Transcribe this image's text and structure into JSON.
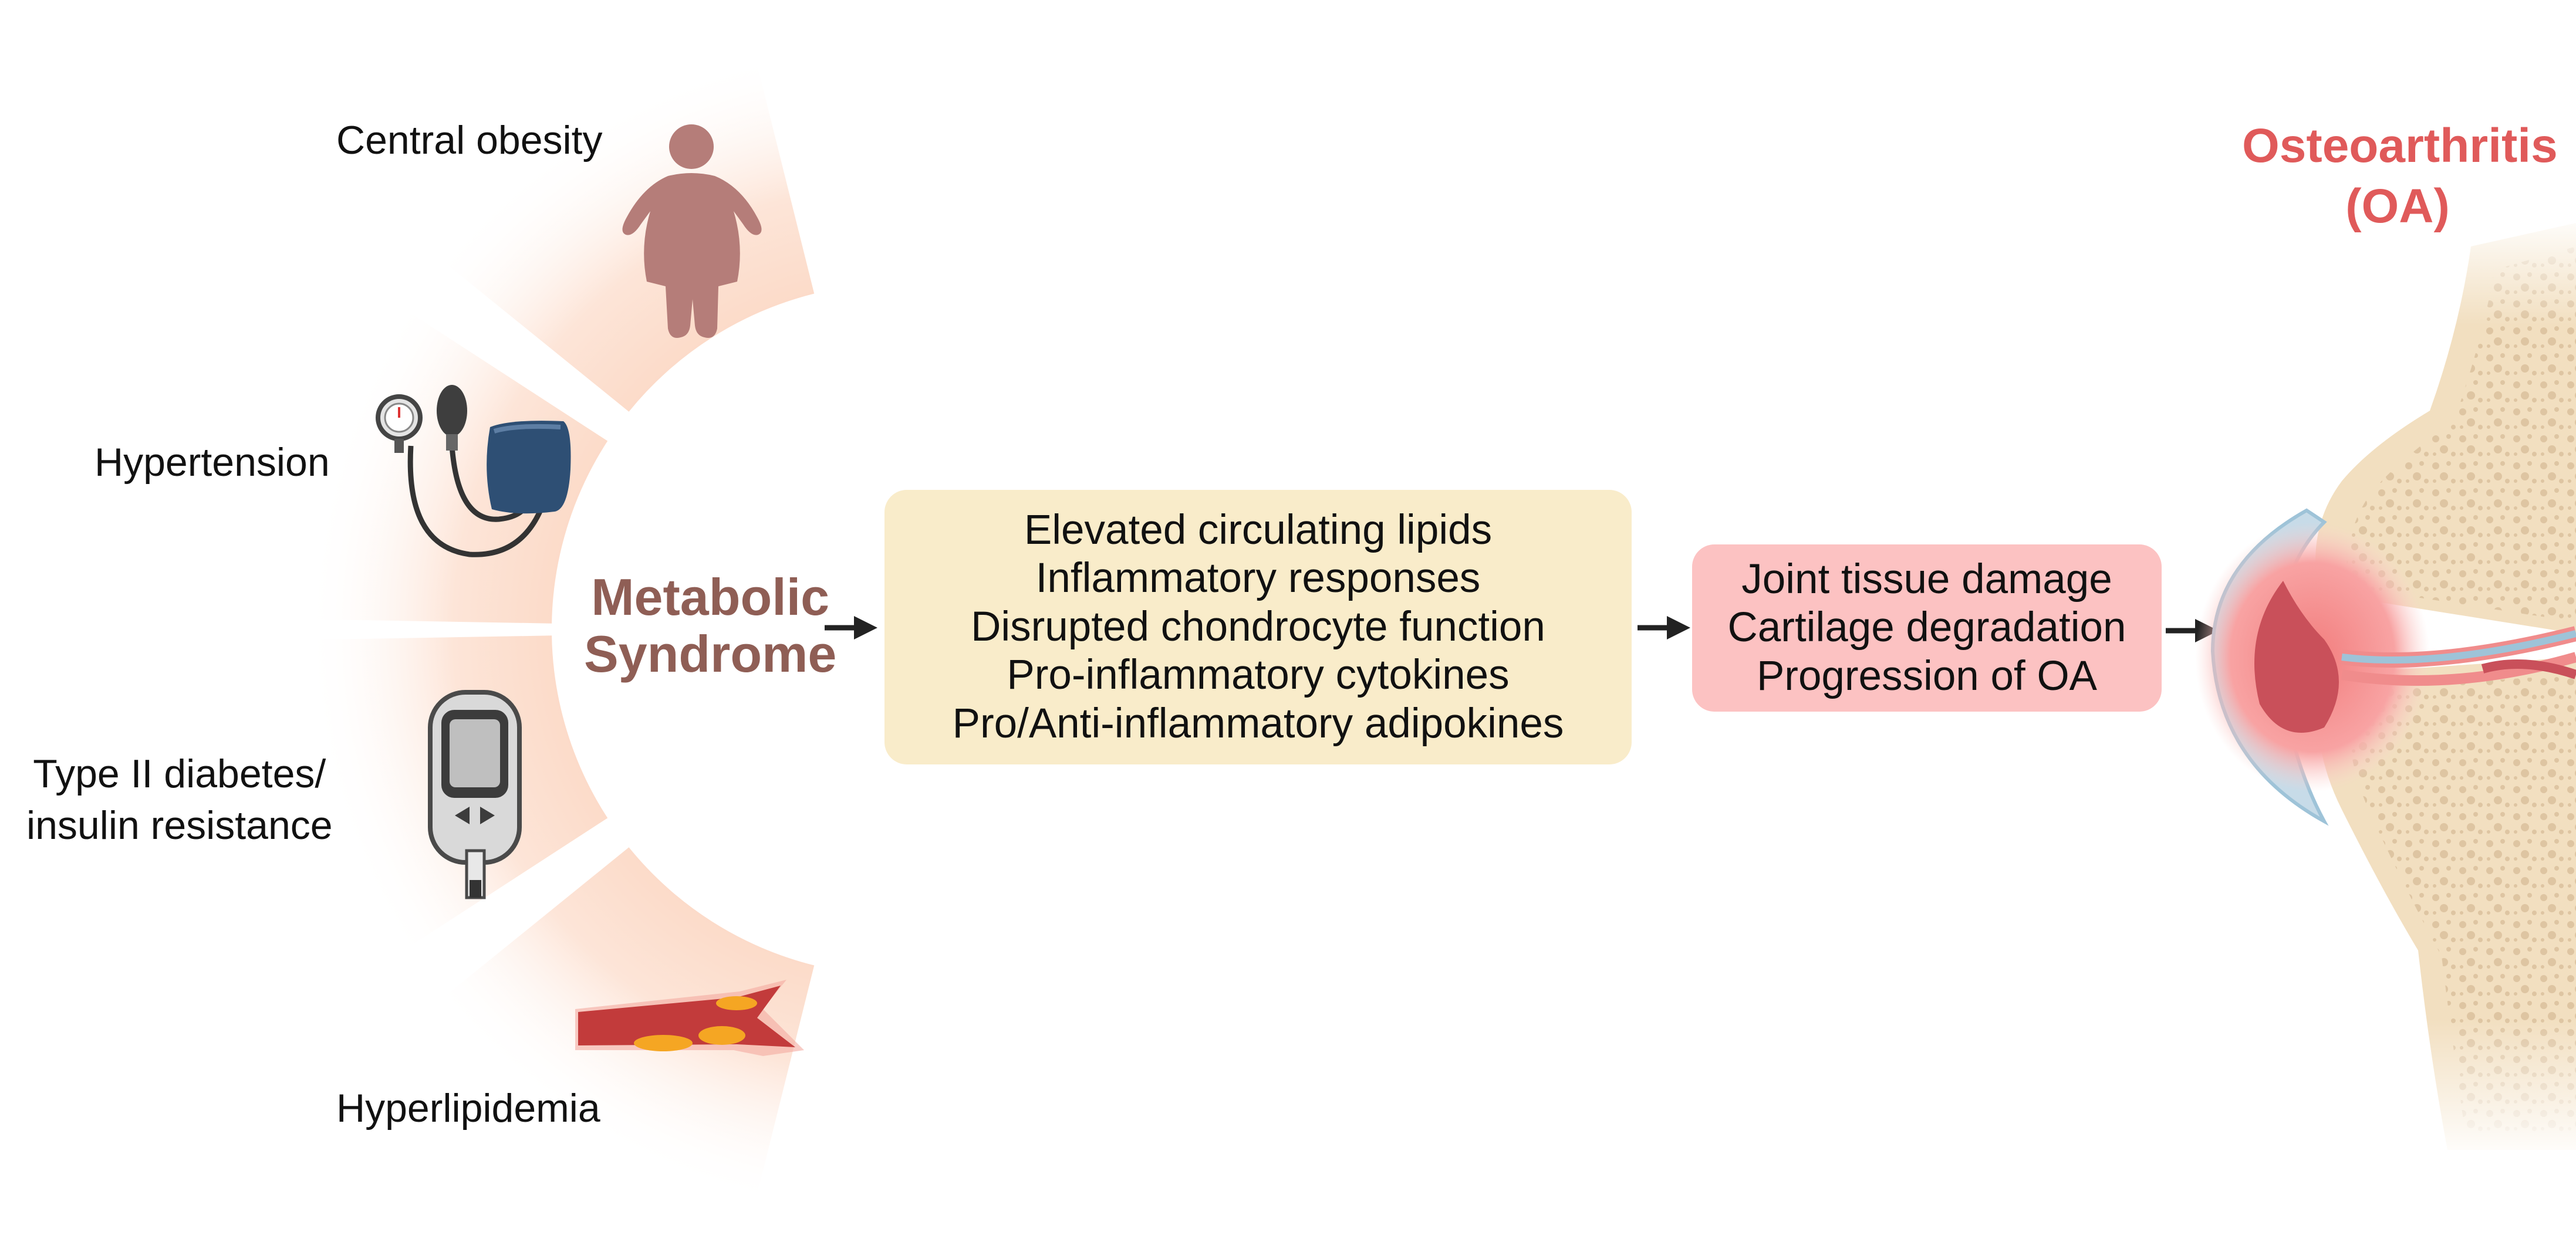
{
  "risk_factors": {
    "central_obesity": "Central obesity",
    "hypertension": "Hypertension",
    "diabetes_line1": "Type II diabetes/",
    "diabetes_line2": "insulin resistance",
    "hyperlipidemia": "Hyperlipidemia"
  },
  "hub": {
    "line1": "Metabolic",
    "line2": "Syndrome"
  },
  "mechanisms": {
    "items": [
      "Elevated circulating lipids",
      "Inflammatory responses",
      "Disrupted chondrocyte function",
      "Pro-inflammatory cytokines",
      "Pro/Anti-inflammatory adipokines"
    ]
  },
  "outcomes": {
    "items": [
      "Joint tissue damage",
      "Cartilage degradation",
      "Progression of OA"
    ]
  },
  "disease": {
    "line1": "Osteoarthritis",
    "line2": "(OA)"
  },
  "colors": {
    "hub_text": "#8f5e55",
    "disease_text": "#e05a5a",
    "mechanism_box": "#f9ecca",
    "outcome_box": "#fcc2c2",
    "wedge": "#fcdccb",
    "bone": "#f2dfc0",
    "cartilage_blue": "#9ec3d8"
  },
  "icons": [
    "person-obesity-icon",
    "blood-pressure-cuff-icon",
    "glucose-meter-icon",
    "artery-plaque-icon",
    "knee-joint-illustration"
  ]
}
